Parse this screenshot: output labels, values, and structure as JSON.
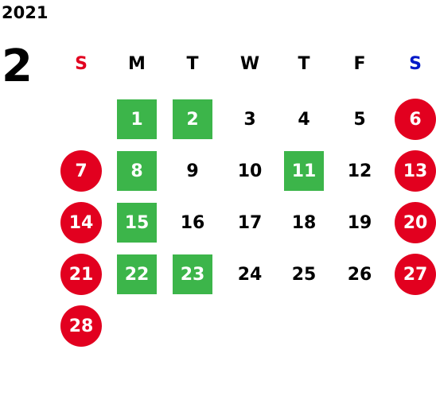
{
  "year": "2021",
  "month": "2",
  "weekdays": [
    {
      "label": "S",
      "color": "#e2001f"
    },
    {
      "label": "M",
      "color": "#000000"
    },
    {
      "label": "T",
      "color": "#000000"
    },
    {
      "label": "W",
      "color": "#000000"
    },
    {
      "label": "T",
      "color": "#000000"
    },
    {
      "label": "F",
      "color": "#000000"
    },
    {
      "label": "S",
      "color": "#0018c8"
    }
  ],
  "colors": {
    "holiday_green": "#3cb54a",
    "sunday_red": "#e2001f",
    "saturday_blue": "#0018c8"
  },
  "days": [
    {
      "day": "1",
      "col": 1,
      "week": 0,
      "style": "green"
    },
    {
      "day": "2",
      "col": 2,
      "week": 0,
      "style": "green"
    },
    {
      "day": "3",
      "col": 3,
      "week": 0,
      "style": "plain"
    },
    {
      "day": "4",
      "col": 4,
      "week": 0,
      "style": "plain"
    },
    {
      "day": "5",
      "col": 5,
      "week": 0,
      "style": "plain"
    },
    {
      "day": "6",
      "col": 6,
      "week": 0,
      "style": "red"
    },
    {
      "day": "7",
      "col": 0,
      "week": 1,
      "style": "red"
    },
    {
      "day": "8",
      "col": 1,
      "week": 1,
      "style": "green"
    },
    {
      "day": "9",
      "col": 2,
      "week": 1,
      "style": "plain"
    },
    {
      "day": "10",
      "col": 3,
      "week": 1,
      "style": "plain"
    },
    {
      "day": "11",
      "col": 4,
      "week": 1,
      "style": "green"
    },
    {
      "day": "12",
      "col": 5,
      "week": 1,
      "style": "plain"
    },
    {
      "day": "13",
      "col": 6,
      "week": 1,
      "style": "red"
    },
    {
      "day": "14",
      "col": 0,
      "week": 2,
      "style": "red"
    },
    {
      "day": "15",
      "col": 1,
      "week": 2,
      "style": "green"
    },
    {
      "day": "16",
      "col": 2,
      "week": 2,
      "style": "plain"
    },
    {
      "day": "17",
      "col": 3,
      "week": 2,
      "style": "plain"
    },
    {
      "day": "18",
      "col": 4,
      "week": 2,
      "style": "plain"
    },
    {
      "day": "19",
      "col": 5,
      "week": 2,
      "style": "plain"
    },
    {
      "day": "20",
      "col": 6,
      "week": 2,
      "style": "red"
    },
    {
      "day": "21",
      "col": 0,
      "week": 3,
      "style": "red"
    },
    {
      "day": "22",
      "col": 1,
      "week": 3,
      "style": "green"
    },
    {
      "day": "23",
      "col": 2,
      "week": 3,
      "style": "green"
    },
    {
      "day": "24",
      "col": 3,
      "week": 3,
      "style": "plain"
    },
    {
      "day": "25",
      "col": 4,
      "week": 3,
      "style": "plain"
    },
    {
      "day": "26",
      "col": 5,
      "week": 3,
      "style": "plain"
    },
    {
      "day": "27",
      "col": 6,
      "week": 3,
      "style": "red"
    },
    {
      "day": "28",
      "col": 0,
      "week": 4,
      "style": "red"
    }
  ]
}
